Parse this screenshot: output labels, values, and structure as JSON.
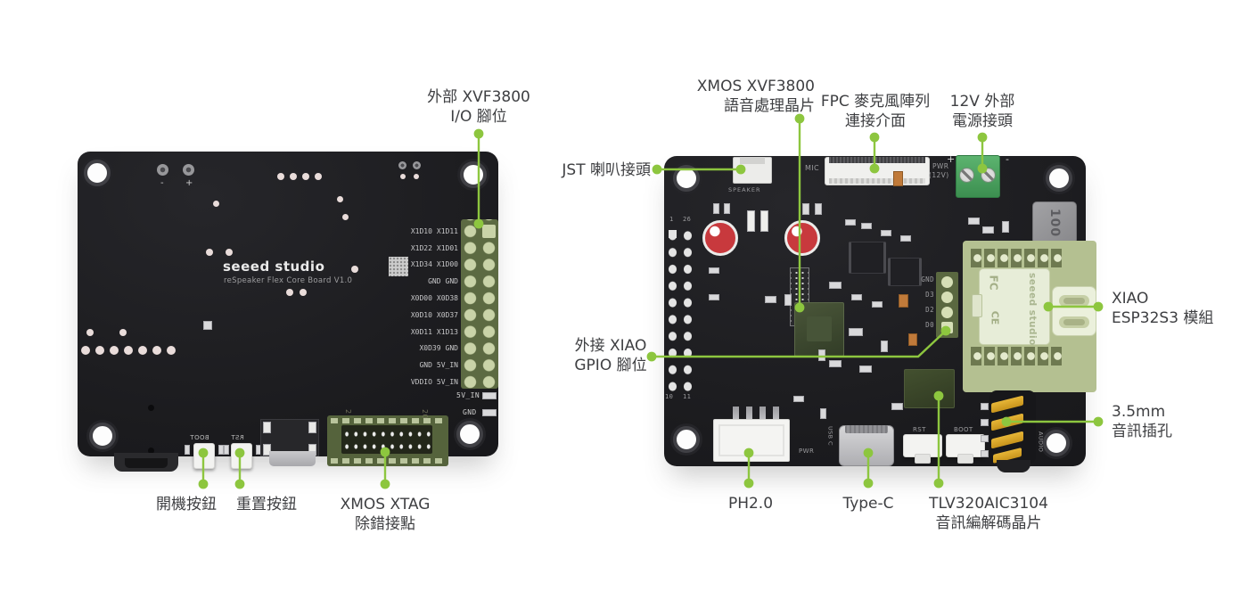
{
  "colors": {
    "accent_green": "#8dc63f",
    "label_text": "#3e3f42",
    "pcb": "#1b1b1e"
  },
  "annotations": {
    "ext_io": "外部 XVF3800\nI/O 腳位",
    "boot_button": "開機按鈕",
    "reset_button": "重置按鈕",
    "xtag": "XMOS XTAG\n除錯接點",
    "xvf3800": "XMOS XVF3800\n語音處理晶片",
    "fpc_mic": "FPC 麥克風陣列\n連接介面",
    "power_12v": "12V 外部\n電源接頭",
    "jst_speaker": "JST 喇叭接頭",
    "xiao_gpio": "外接 XIAO\nGPIO 腳位",
    "xiao_esp32s3": "XIAO\nESP32S3 模組",
    "audio_jack": "3.5mm\n音訊插孔",
    "ph20": "PH2.0",
    "type_c": "Type-C",
    "tlv_codec": "TLV320AIC3104\n音訊編解碼晶片"
  },
  "left_board": {
    "brand": "seeed studio",
    "board_name": "reSpeaker Flex Core Board V1.0",
    "polarity_minus": "-",
    "polarity_plus": "+",
    "header_rows": [
      [
        "X1D10",
        "X1D11"
      ],
      [
        "X1D22",
        "X1D01"
      ],
      [
        "X1D34",
        "X1D00"
      ],
      [
        "GND",
        "GND"
      ],
      [
        "X0D00",
        "X0D38"
      ],
      [
        "X0D10",
        "X0D37"
      ],
      [
        "X0D11",
        "X1D13"
      ],
      [
        "X0D39",
        "GND"
      ],
      [
        "GND",
        "5V_IN"
      ],
      [
        "VDDIO",
        "5V_IN"
      ]
    ],
    "pad_5v": "5V_IN",
    "pad_gnd": "GND",
    "silk_boot": "BOOT",
    "silk_rst": "RST",
    "xtag_pin2": "2",
    "xtag_pin20": "20"
  },
  "right_board": {
    "silk_speaker": "SPEAKER",
    "silk_mic": "MIC",
    "silk_pwr": "PWR",
    "silk_pwr12": "(12V)",
    "silk_plus": "+",
    "silk_minus": "-",
    "inductor": "100",
    "hdr_pin1": "1",
    "hdr_pin26": "26",
    "hdr_pin10": "10",
    "hdr_pin11": "11",
    "gpio_labels": [
      "GND",
      "D3",
      "D2",
      "D0"
    ],
    "silk_pwr_ph": "PWR",
    "silk_usbc": "USB C",
    "silk_rst": "RST",
    "silk_boot": "BOOT",
    "silk_audio": "AUDIO",
    "xiao_brand": "seeed studio",
    "xiao_fc": "FC",
    "xiao_ce": "CE"
  }
}
